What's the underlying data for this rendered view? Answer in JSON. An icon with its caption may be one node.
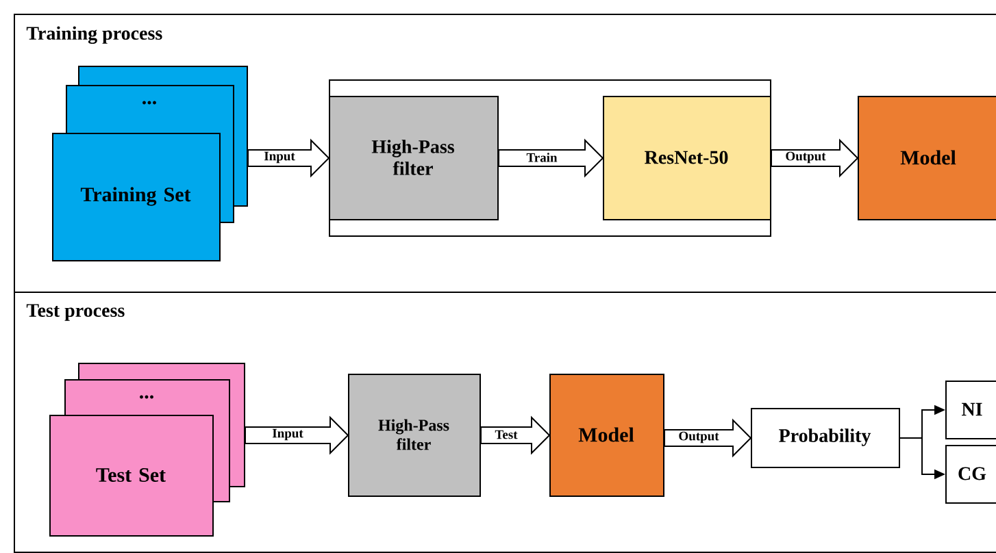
{
  "diagram": {
    "nodes": [
      {
        "text": [
          "Training process"
        ]
      },
      {
        "text": [
          "Test process"
        ]
      },
      {
        "text": [],
        "shape": "box",
        "in": 0
      },
      {
        "text": [
          "..."
        ],
        "in": 0
      },
      {
        "text": [
          "Training Set"
        ],
        "in": 0
      },
      {
        "text": [],
        "shape": "box",
        "in": 0
      },
      {
        "text": [
          "High-Pass filter"
        ],
        "in": 5
      },
      {
        "text": [
          "ResNet-50"
        ],
        "in": 5
      },
      {
        "text": [
          "Model"
        ],
        "in": 0
      },
      {
        "text": [],
        "shape": "box",
        "in": 1
      },
      {
        "text": [
          "..."
        ],
        "in": 1
      },
      {
        "text": [
          "Test Set"
        ],
        "in": 1
      },
      {
        "text": [
          "High-Pass filter"
        ],
        "in": 1
      },
      {
        "text": [
          "Model"
        ],
        "in": 1
      },
      {
        "text": [
          "Probability"
        ],
        "in": 1
      },
      {
        "text": [
          "NI"
        ],
        "in": 1
      },
      {
        "text": [
          "CG"
        ],
        "in": 1
      }
    ],
    "edges": [
      {
        "from": 2,
        "to": 6,
        "arrow": "to",
        "label": "Input",
        "style": "thick"
      },
      {
        "from": 6,
        "to": 7,
        "arrow": "to",
        "label": "Train",
        "style": "thick"
      },
      {
        "from": 7,
        "to": 8,
        "arrow": "to",
        "label": "Output",
        "style": "thick"
      },
      {
        "from": 9,
        "to": 12,
        "arrow": "to",
        "label": "Input",
        "style": "thick"
      },
      {
        "from": 12,
        "to": 13,
        "arrow": "to",
        "label": "Test",
        "style": "thick"
      },
      {
        "from": 13,
        "to": 14,
        "arrow": "to",
        "label": "Output",
        "style": "thick"
      },
      {
        "from": 14,
        "to": 15,
        "arrow": "to"
      },
      {
        "from": 14,
        "to": 16,
        "arrow": "to"
      }
    ]
  }
}
